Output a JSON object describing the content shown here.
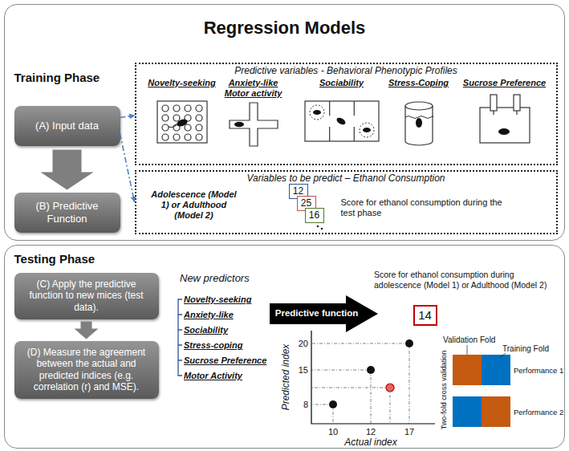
{
  "diagram": {
    "title": "Regression Models",
    "nodes": [
      {
        "text": [
          "Training Phase"
        ]
      },
      {
        "text": [
          "(A) Input data"
        ],
        "in": 0
      },
      {
        "text": [
          "(B) Predictive Function"
        ],
        "in": 0
      },
      {
        "text": [
          "Predictive variables - Behavioral Phenotypic Profiles",
          "Novelty-seeking",
          "Anxiety-like Motor activity",
          "Sociability",
          "Stress-Coping",
          "Sucrose Preference"
        ],
        "in": 0
      },
      {
        "text": [
          "Variables to be predict – Ethanol Consumption",
          "Adolescence (Model 1) or Adulthood (Model 2)",
          "Score for ethanol consumption during the test phase"
        ],
        "in": 0
      },
      {
        "text": [
          "12"
        ],
        "in": 4
      },
      {
        "text": [
          "25"
        ],
        "in": 4
      },
      {
        "text": [
          "16"
        ],
        "in": 4
      },
      {
        "text": [
          "Testing Phase"
        ]
      },
      {
        "text": [
          "(C) Apply the predictive function to new mices (test data)."
        ],
        "in": 8
      },
      {
        "text": [
          "(D) Measure the agreement between the actual and predicted indices (e.g. correlation (r) and MSE)."
        ],
        "in": 8
      },
      {
        "text": [
          "Predictive function"
        ],
        "in": 8
      },
      {
        "text": [
          "14"
        ],
        "in": 8
      }
    ],
    "edges": [
      {
        "from": 1,
        "to": 2,
        "arrow": "to"
      },
      {
        "from": 1,
        "to": 3,
        "arrow": "to"
      },
      {
        "from": 1,
        "to": 4,
        "arrow": "to"
      },
      {
        "from": 9,
        "to": 10,
        "arrow": "to"
      }
    ],
    "labels": [
      "New predictors",
      "Novelty-seeking",
      "Anxiety-like",
      "Sociability",
      "Stress-coping",
      "Sucrose Preference",
      "Motor Activity",
      "Score for ethanol consumption during adolescence (Model 1) or Adulthood (Model 2)",
      "Predicted index",
      "Actual index",
      "20",
      "15",
      "8",
      "10",
      "12",
      "17",
      "Validation Fold",
      "Training Fold",
      "Performance 1",
      "Performance 2",
      "Two-fold cross validation"
    ]
  }
}
